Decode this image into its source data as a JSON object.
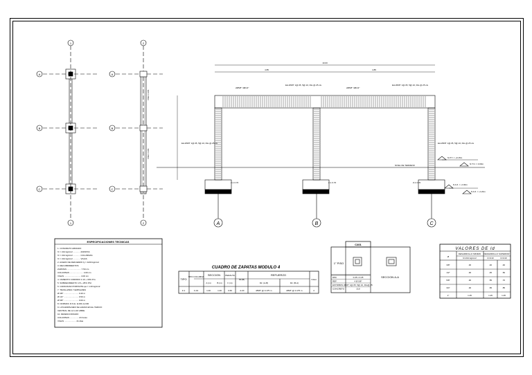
{
  "grid": {
    "top_numbers": [
      "1",
      "2"
    ],
    "bottom_numbers": [
      "1",
      "2"
    ],
    "left_rows": [
      "A",
      "B",
      "C"
    ],
    "mid_rows": [
      "A",
      "B",
      "C"
    ],
    "elevation_axes": [
      "A",
      "B",
      "C"
    ]
  },
  "plan_view": {
    "beam_label_top": "VIGA V-101",
    "beam_label_bottom": "VIGA V-101"
  },
  "elevation": {
    "top_dimension": "10.00",
    "left_span": "4.85",
    "right_span": "4.85",
    "beam_callout_left": "2Ø5/8\" 3Ø1/2\"",
    "beam_callout_right": "2Ø5/8\" 3Ø1/2\"",
    "beam_note_left": "Est.Ø3/8\" 1@.05, 5@.10, Rto.@.25 c/e",
    "beam_note_right": "Est.Ø3/8\" 1@.05, 5@.10, Rto.@.25 c/e",
    "column_note_left": "Est.Ø3/8\" 1@.05, 5@.10, Rto.@.25 c/e",
    "column_note_right": "Est.Ø3/8\" 1@.05, 5@.10, Rto.@.25 c/e",
    "npt_label": "N.P.T. = +0.15m",
    "ntn_label": "N.T.N. = 0.00m",
    "ground_label": "NIVEL DE TERRENO",
    "nfz_label_1": "N.F.Z. = -2.00m",
    "nfz_label_2": "N.F.Z. = -2.20m",
    "footing_tag": "Z-1 0.70"
  },
  "specs": {
    "title": "ESPECIFICACIONES TECNICAS",
    "lines": [
      "1. CONCRETO ARMADO",
      "   f'c = 210 kg/cm2 ............ ZAPATAS",
      "   f'c = 210 kg/cm2 ............ COLUMNAS",
      "   f'c = 210 kg/cm2 ............ VIGAS",
      "2. ACERO DE REFUERZO fy = 4200 kg/cm2",
      "3. RECUBRIMIENTOS",
      "   ZAPATAS ........................ 7.50 cm",
      "   COLUMNAS ....................... 4.00 cm",
      "   VIGAS ............................ 4.00 cm",
      "4. CIMIENTO CORRIDO 1:10 + 30% P.G.",
      "5. SOBRECIMIENTO 1:8 + 25% P.M.",
      "6. CAPACIDAD PORTANTE qa = 1.00 kg/cm2",
      "7. TRASLAPES Y EMPALMES",
      "   Ø 3/8\" ......................... 0.40 m",
      "   Ø 1/2\" ......................... 0.50 m",
      "   Ø 5/8\" ......................... 0.60 m",
      "8. NORMAS: R.N.E. E.060, E.030",
      "9. LOS EMPALMES SE HARAN EN EL TERCIO",
      "   CENTRAL DE LA LUZ LIBRE",
      "10. DESENCOFRADO",
      "   COLUMNAS ............... 24 horas",
      "   VIGAS .................... 21 dias"
    ]
  },
  "footing_table": {
    "title": "CUADRO DE ZAPATAS MODULO 4",
    "headers": [
      "TIPO",
      "TIPO COLUMNA",
      "SECCION",
      "PERALTE",
      "NF(M)",
      "REFUERZO",
      "N.Est"
    ],
    "subheaders": [
      "A (m)",
      "B (m)",
      "h (m)",
      "Dir. (A-B)",
      "Dir. (B-A)"
    ],
    "row": [
      "Z-1",
      "C-01",
      "1.00",
      "1.00",
      "0.60",
      "2.20",
      "-2.20",
      "Ø5/8\" @ 0.175 m",
      "Ø5/8\" @ 0.175 m",
      "4"
    ]
  },
  "column_table": {
    "header": "C401",
    "floor": "1° PISO",
    "rows": [
      [
        "DIM.",
        "0.25 x 0.25"
      ],
      [
        "REF.",
        "4 Ø 5/8\""
      ],
      [
        "ESTRIBOS",
        "Ø3/8\" 1@.05, 5@.10, Rto@.25"
      ],
      [
        "CONCRETO",
        "210"
      ]
    ],
    "section_label": "SECCION A-A"
  },
  "values_table": {
    "title": "VALORES DE ld",
    "headers": [
      "Ø",
      "DESARROLLO MINIMO",
      "DESARROLLO SUPERIOR"
    ],
    "subheaders": [
      "fc=210 kg/cm2",
      "fc=210",
      "fc=210"
    ],
    "rows": [
      [
        "3/8\"",
        ".30",
        ".40",
        ".40"
      ],
      [
        "1/2\"",
        ".30",
        ".45",
        ".50"
      ],
      [
        "5/8\"",
        ".30",
        ".55",
        ".70"
      ],
      [
        "3/4\"",
        ".30",
        ".65",
        ".85"
      ],
      [
        "1\"",
        "1.25",
        "1.25",
        "1.25"
      ]
    ]
  }
}
